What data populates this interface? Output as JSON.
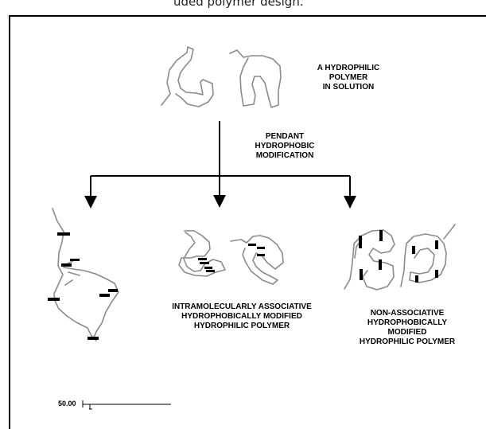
{
  "top_caption": "uded polymer design.",
  "labels": {
    "hydrophilic_polymer": [
      "A HYDROPHILIC",
      "POLYMER",
      "IN SOLUTION"
    ],
    "pendant_modification": [
      "PENDANT",
      "HYDROPHOBIC",
      "MODIFICATION"
    ],
    "intramolecular": [
      "INTRAMOLECULARLY ASSOCIATIVE",
      "HYDROPHOBICALLY MODIFIED",
      "HYDROPHILIC POLYMER"
    ],
    "non_associative": [
      "NON-ASSOCIATIVE",
      "HYDROPHOBICALLY",
      "MODIFIED",
      "HYDROPHILIC POLYMER"
    ]
  },
  "scale_label": "50.00",
  "colors": {
    "chain": "#8a8a8a",
    "hydrophobe": "#000000",
    "arrow": "#000000"
  }
}
